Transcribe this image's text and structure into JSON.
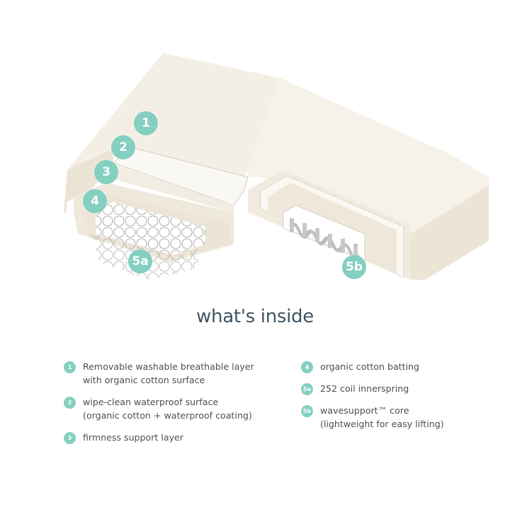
{
  "colors": {
    "accent_teal": "#84cfc0",
    "heading": "#3f5561",
    "body_text": "#4b4f52",
    "mattress_fabric": "#f4efe4",
    "mattress_shadow": "#e6dfd0",
    "background": "#ffffff"
  },
  "diagram": {
    "callouts": [
      {
        "id": "1",
        "label": "1"
      },
      {
        "id": "2",
        "label": "2"
      },
      {
        "id": "3",
        "label": "3"
      },
      {
        "id": "4",
        "label": "4"
      },
      {
        "id": "5a",
        "label": "5a"
      },
      {
        "id": "5b",
        "label": "5b"
      }
    ]
  },
  "heading": "what's inside",
  "legend": {
    "left": [
      {
        "badge": "1",
        "lines": [
          "Removable washable breathable layer",
          "with organic cotton surface"
        ]
      },
      {
        "badge": "2",
        "lines": [
          "wipe-clean waterproof surface",
          "(organic cotton + waterproof coating)"
        ]
      },
      {
        "badge": "3",
        "lines": [
          "firmness support layer"
        ]
      }
    ],
    "right": [
      {
        "badge": "4",
        "lines": [
          "organic cotton batting"
        ]
      },
      {
        "badge": "5a",
        "lines": [
          "252 coil innerspring"
        ]
      },
      {
        "badge": "5b",
        "lines": [
          "wavesupport™ core",
          "(lightweight for easy lifting)"
        ]
      }
    ]
  }
}
